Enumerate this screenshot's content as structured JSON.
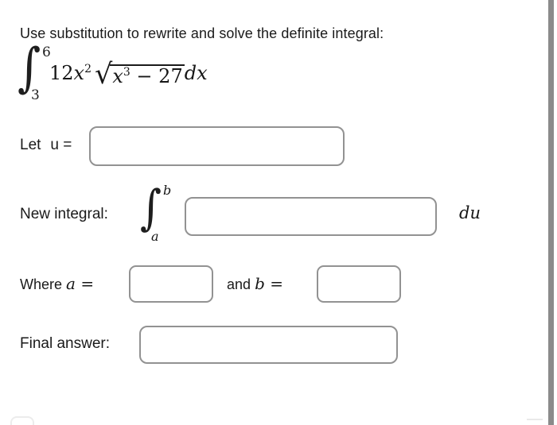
{
  "colors": {
    "background": "#ffffff",
    "text": "#1a1a1a",
    "input_border": "#929292",
    "scrollbar_thumb": "#8b8b8b"
  },
  "problem": {
    "prompt": "Use substitution to rewrite and solve the definite integral:",
    "integral": {
      "sign": "∫",
      "upper_limit": "6",
      "lower_limit": "3",
      "coefficient": "12",
      "variable": "x",
      "exponent": "2",
      "radical_sign": "√",
      "radicand_variable": "x",
      "radicand_exponent": "3",
      "radicand_minus": " − ",
      "radicand_constant": "27",
      "differential": "dx"
    }
  },
  "form": {
    "u_row": {
      "label": "Let",
      "var_label": "u =",
      "value": ""
    },
    "new_integral_row": {
      "label": "New integral:",
      "sign": "∫",
      "upper_limit": "b",
      "lower_limit": "a",
      "value": "",
      "differential": "du"
    },
    "bounds_row": {
      "where_label": "Where",
      "a_var": "a",
      "a_equals": " = ",
      "a_value": "",
      "and_label": "and",
      "b_var": "b",
      "b_equals": " = ",
      "b_value": ""
    },
    "final_row": {
      "label": "Final answer:",
      "value": ""
    }
  }
}
